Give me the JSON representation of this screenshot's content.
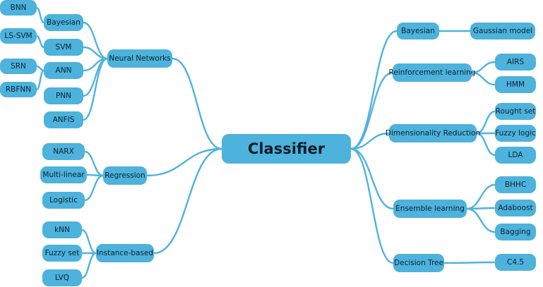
{
  "diagram": {
    "root": "Classifier",
    "left": [
      {
        "label": "Neural Networks",
        "children": [
          {
            "label": "Bayesian",
            "children": [
              {
                "label": "BNN"
              }
            ]
          },
          {
            "label": "SVM",
            "children": [
              {
                "label": "LS-SVM"
              }
            ]
          },
          {
            "label": "ANN",
            "children": [
              {
                "label": "SRN"
              },
              {
                "label": "RBFNN"
              }
            ]
          },
          {
            "label": "PNN"
          },
          {
            "label": "ANFIS"
          }
        ]
      },
      {
        "label": "Regression",
        "children": [
          {
            "label": "NARX"
          },
          {
            "label": "Multi-linear"
          },
          {
            "label": "Logistic"
          }
        ]
      },
      {
        "label": "Instance-based",
        "children": [
          {
            "label": "kNN"
          },
          {
            "label": "Fuzzy set"
          },
          {
            "label": "LVQ"
          }
        ]
      }
    ],
    "right": [
      {
        "label": "Bayesian",
        "children": [
          {
            "label": "Gaussian model"
          }
        ]
      },
      {
        "label": "Reinforcement learning",
        "children": [
          {
            "label": "AIRS"
          },
          {
            "label": "HMM"
          }
        ]
      },
      {
        "label": "Dimensionality Reduction",
        "children": [
          {
            "label": "Rought set"
          },
          {
            "label": "Fuzzy logic"
          },
          {
            "label": "LDA"
          }
        ]
      },
      {
        "label": "Ensemble learning",
        "children": [
          {
            "label": "BHHC"
          },
          {
            "label": "Adaboost"
          },
          {
            "label": "Bagging"
          }
        ]
      },
      {
        "label": "Decision Tree",
        "children": [
          {
            "label": "C4.5"
          }
        ]
      }
    ]
  },
  "colors": {
    "node_fill": "#4db2dc",
    "edge": "#4fb3de",
    "text": "#0c2230",
    "background": "#ffffff"
  }
}
